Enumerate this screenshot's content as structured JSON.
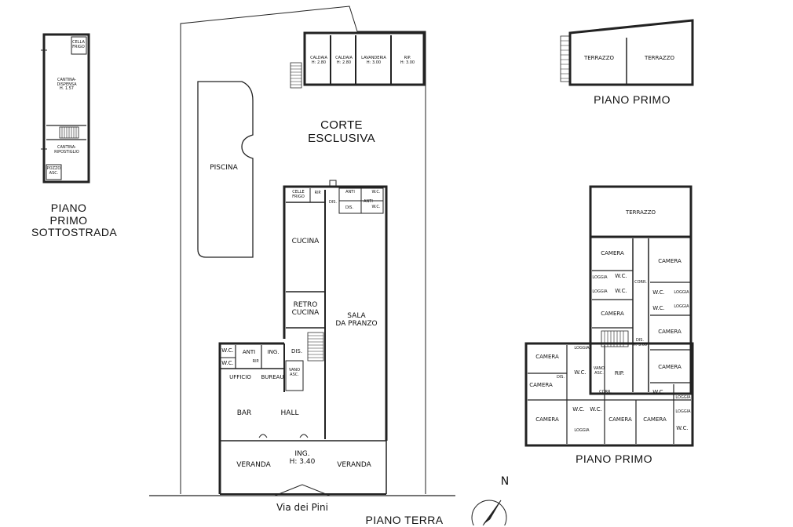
{
  "titles": {
    "sottostrada": "PIANO PRIMO\nSOTTOSTRADA",
    "piano_primo_top": "PIANO PRIMO",
    "piano_primo_main": "PIANO PRIMO",
    "piano_terra": "PIANO TERRA",
    "corte": "CORTE\nESCLUSIVA",
    "street": "Via dei Pini",
    "north": "N"
  },
  "sottostrada": {
    "cella_frigo": "CELLA\nFRIGO",
    "cantina_dispensa": "CANTINA-\nDISPENSA\nH. 1.57",
    "cantina_ripostiglio": "CANTINA-\nRIPOSTIGLIO",
    "pozzo": "POZZO\nASC."
  },
  "annex": {
    "caldaia_1": "CALDAIA\nH: 2.80",
    "caldaia_2": "CALDAIA\nH: 2.80",
    "lavanderia": "LAVANDERIA\nH: 3.00",
    "rip": "RIP.\nH: 3.00"
  },
  "terrace_top": {
    "left": "TERRAZZO",
    "right": "TERRAZZO"
  },
  "ground": {
    "piscina": "PISCINA",
    "celle_frigo": "CELLE\nFRIGO",
    "rip": "RIP.",
    "anti_1": "ANTI",
    "wc_1": "W.C.",
    "dis_1": "DIS.",
    "dis_2": "DIS.",
    "anti_2": "ANTI",
    "wc_2": "W.C.",
    "cucina": "CUCINA",
    "retro_cucina": "RETRO\nCUCINA",
    "sala_da_pranzo": "SALA\nDA PRANZO",
    "wc_3": "W.C.",
    "anti_3": "ANTI",
    "ing_small": "ING.",
    "dis_3": "DIS.",
    "wc_4": "W.C.",
    "rip_2": "RIP.",
    "ufficio": "UFFICIO",
    "bureau": "BUREAU",
    "vano_asc": "VANO\nASC.",
    "bar": "BAR",
    "hall": "HALL",
    "veranda_left": "VERANDA",
    "veranda_right": "VERANDA",
    "ing_main": "ING.\nH: 3.40"
  },
  "first_floor": {
    "terrazzo": "TERRAZZO",
    "camera_1": "CAMERA",
    "camera_2": "CAMERA",
    "camera_3": "CAMERA",
    "camera_4": "CAMERA",
    "camera_5": "CAMERA",
    "camera_6": "CAMERA",
    "camera_7": "CAMERA",
    "camera_8": "CAMERA",
    "camera_9": "CAMERA",
    "camera_10": "CAMERA",
    "wc_1": "W.C.",
    "wc_2": "W.C.",
    "wc_3": "W.C.",
    "wc_4": "W.C.",
    "wc_5": "W.C.",
    "wc_6": "W.C.",
    "wc_7": "W.C.",
    "wc_8": "W.C.",
    "wc_9": "W.C.",
    "loggia_1": "LOGGIA",
    "loggia_2": "LOGGIA",
    "loggia_3": "LOGGIA",
    "loggia_4": "LOGGIA",
    "loggia_5": "LOGGIA",
    "loggia_6": "LOGGIA",
    "loggia_7": "LOGGIA",
    "loggia_8": "LOGGIA",
    "corr_1": "CORR.",
    "corr_2": "CORR.",
    "dis_main": "DIS.\nH: 3.00",
    "dis_small": "DIS.",
    "vano_asc": "VANO\nASC.",
    "rip": "RIP."
  }
}
